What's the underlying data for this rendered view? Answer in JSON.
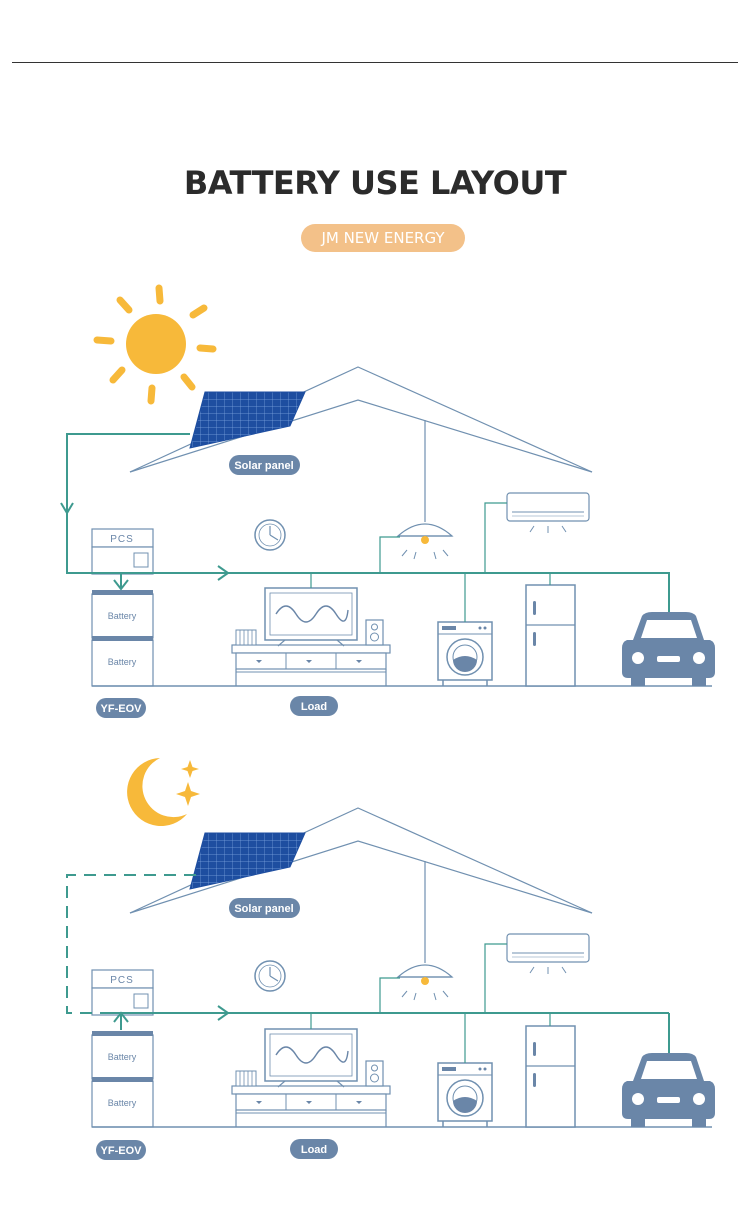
{
  "header": {
    "title": "BATTERY USE LAYOUT",
    "subtitle": "JM NEW ENERGY"
  },
  "colors": {
    "line": "#7090b0",
    "flow": "#3e9a8f",
    "sun": "#f7b93a",
    "badge": "#6a86a8",
    "panel": "#1e4ea0",
    "subtitle_bg": "#f3c189",
    "car": "#6a86a8"
  },
  "scenes": [
    {
      "name": "day",
      "sky_icon": "sun-icon",
      "solar_label": "Solar panel",
      "pcs_label": "PCS",
      "battery_labels": [
        "Battery",
        "Battery"
      ],
      "system_label": "YF-EOV",
      "load_label": "Load",
      "solar_connection": "solid",
      "battery_flow": "charging"
    },
    {
      "name": "night",
      "sky_icon": "moon-icon",
      "solar_label": "Solar panel",
      "pcs_label": "PCS",
      "battery_labels": [
        "Battery",
        "Battery"
      ],
      "system_label": "YF-EOV",
      "load_label": "Load",
      "solar_connection": "dashed",
      "battery_flow": "discharging"
    }
  ]
}
